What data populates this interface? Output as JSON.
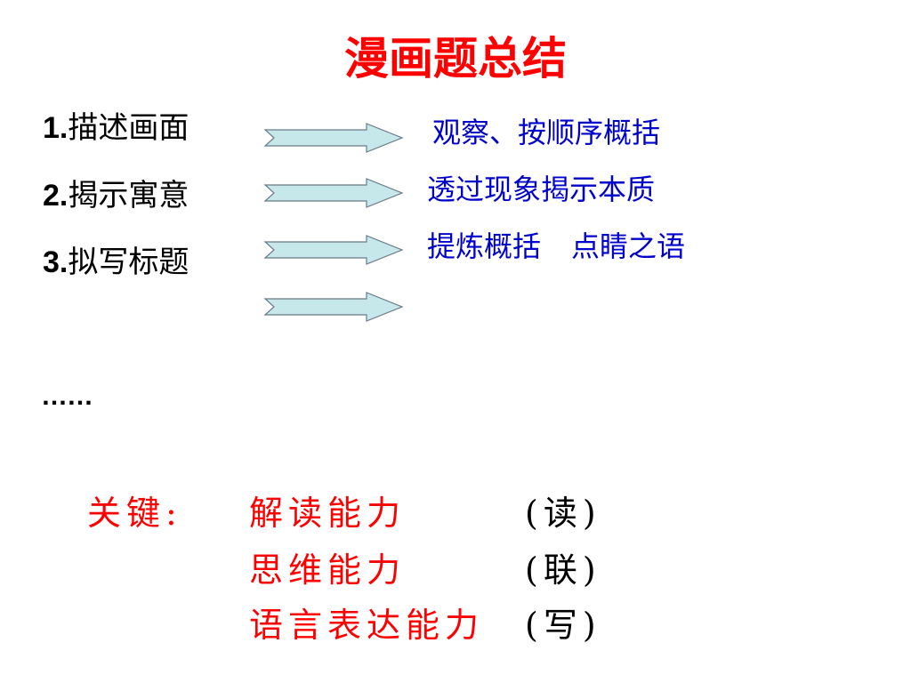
{
  "title": "漫画题总结",
  "steps": [
    {
      "number": "1.",
      "text": "描述画面"
    },
    {
      "number": "2.",
      "text": "揭示寓意"
    },
    {
      "number": "3.",
      "text": "拟写标题"
    }
  ],
  "results": [
    {
      "text": "观察、按顺序概括"
    },
    {
      "text": "透过现象揭示本质"
    },
    {
      "part1": "提炼概括",
      "part2": "点睛之语"
    }
  ],
  "ellipsis": "……",
  "key": {
    "label": "关键:",
    "abilities": [
      {
        "name": "解读能力",
        "note": "(读)"
      },
      {
        "name": "思维能力",
        "note": "(联)"
      },
      {
        "name": "语言表达能力",
        "note": "(写)"
      }
    ]
  },
  "colors": {
    "title": "#ff0000",
    "result_text": "#0000cc",
    "key_text": "#ff0000",
    "note_text": "#000000",
    "arrow_fill": "#c6e8ea",
    "arrow_stroke": "#6a7a8a"
  },
  "icons": {
    "arrow": "right-arrow-icon"
  }
}
